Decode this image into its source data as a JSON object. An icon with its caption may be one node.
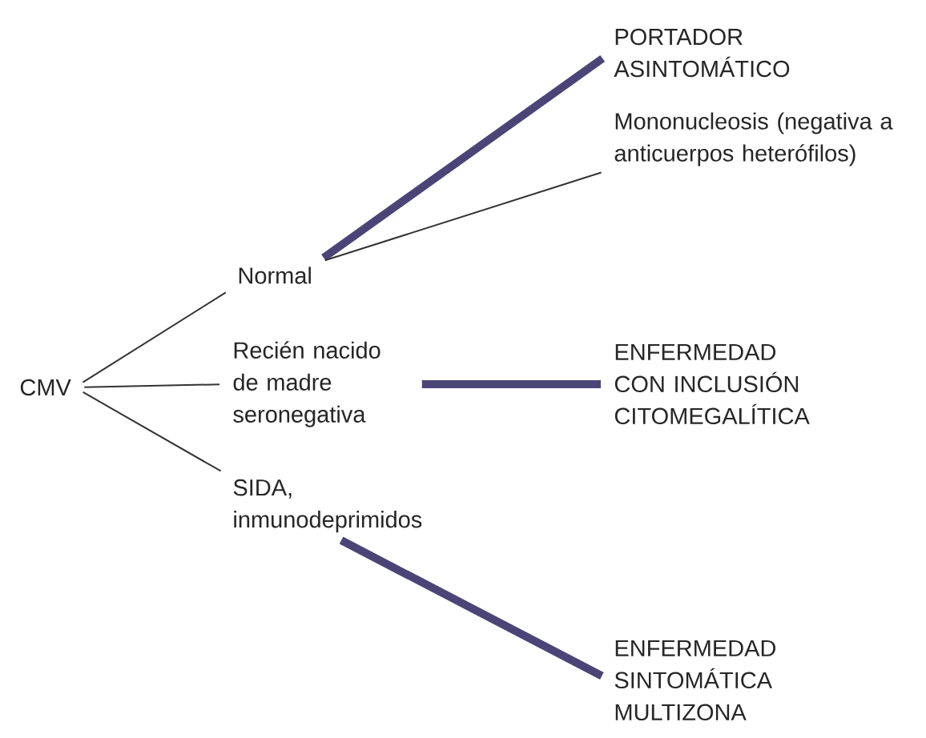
{
  "diagram": {
    "nodes": [
      {
        "text": [
          "CMV"
        ]
      },
      {
        "text": [
          "Normal"
        ]
      },
      {
        "text": [
          "Recién nacido de madre seronegativa"
        ]
      },
      {
        "text": [
          "SIDA, inmunodeprimidos"
        ]
      },
      {
        "text": [
          "PORTADOR ASINTOMÁTICO"
        ]
      },
      {
        "text": [
          "Mononucleosis (negativa a anticuerpos heterófilos)"
        ]
      },
      {
        "text": [
          "ENFERMEDAD CON INCLUSIÓN CITOMEGALÍTICA"
        ]
      },
      {
        "text": [
          "ENFERMEDAD SINTOMÁTICA MULTIZONA"
        ]
      }
    ],
    "edges": [
      {
        "from": 0,
        "to": 1,
        "arrow": "none"
      },
      {
        "from": 0,
        "to": 2,
        "arrow": "none"
      },
      {
        "from": 0,
        "to": 3,
        "arrow": "none"
      },
      {
        "from": 1,
        "to": 4,
        "arrow": "none",
        "style": "thick",
        "color": "#4b4577"
      },
      {
        "from": 1,
        "to": 5,
        "arrow": "none"
      },
      {
        "from": 2,
        "to": 6,
        "arrow": "none",
        "style": "thick",
        "color": "#4b4577"
      },
      {
        "from": 3,
        "to": 7,
        "arrow": "none",
        "style": "thick",
        "color": "#4b4577"
      }
    ]
  }
}
